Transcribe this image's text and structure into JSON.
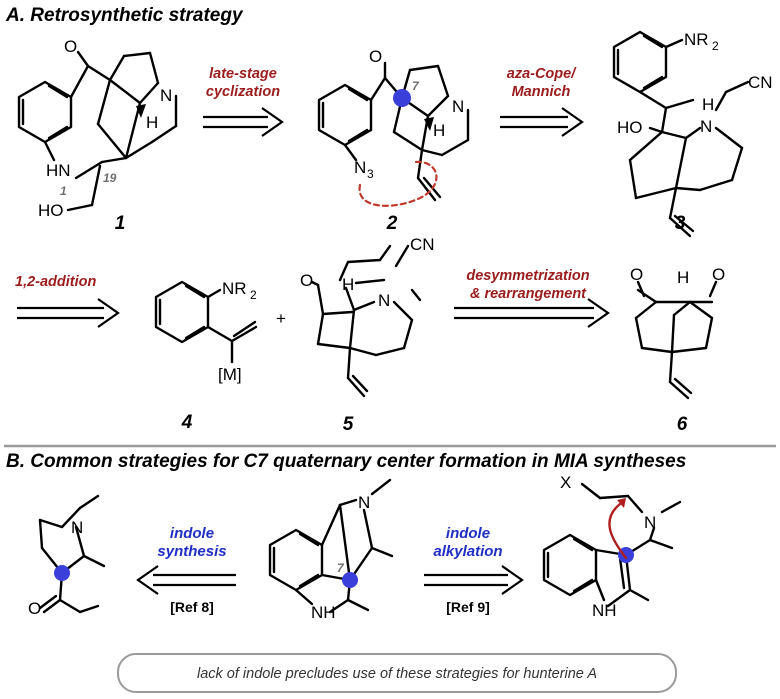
{
  "section_a": {
    "title": "A. Retrosynthetic strategy"
  },
  "section_b": {
    "title": "B. Common strategies for C7 quaternary center formation in MIA syntheses"
  },
  "arrows": {
    "a1": [
      "late-stage",
      "cyclization"
    ],
    "a2": [
      "aza-Cope/",
      "Mannich"
    ],
    "a3": "1,2-addition",
    "a4": [
      "desymmetrization",
      "& rearrangement"
    ],
    "b1": [
      "indole",
      "synthesis"
    ],
    "b2": [
      "indole",
      "alkylation"
    ],
    "b1_ref": "[Ref 8]",
    "b2_ref": "[Ref 9]"
  },
  "compounds": [
    "1",
    "2",
    "3",
    "4",
    "5",
    "6"
  ],
  "atoms": {
    "O": "O",
    "N": "N",
    "H": "H",
    "HN": "HN",
    "NH": "NH",
    "HO": "HO",
    "N3_main": "N",
    "N3_sub": "3",
    "NR2_main": "NR",
    "NR2_sub": "2",
    "CN": "CN",
    "M": "[M]",
    "X": "X",
    "plus": "+"
  },
  "locants": {
    "c7": "7",
    "n1": "1",
    "c19": "19"
  },
  "note": "lack of indole precludes use of these strategies for hunterine A",
  "colors": {
    "arrow_label": "#9b1c1c",
    "blue_label": "#1f2fc4",
    "highlight": "#3a3fd9",
    "curved_arrow": "#b01e1e",
    "divider": "#9a9a9a"
  }
}
